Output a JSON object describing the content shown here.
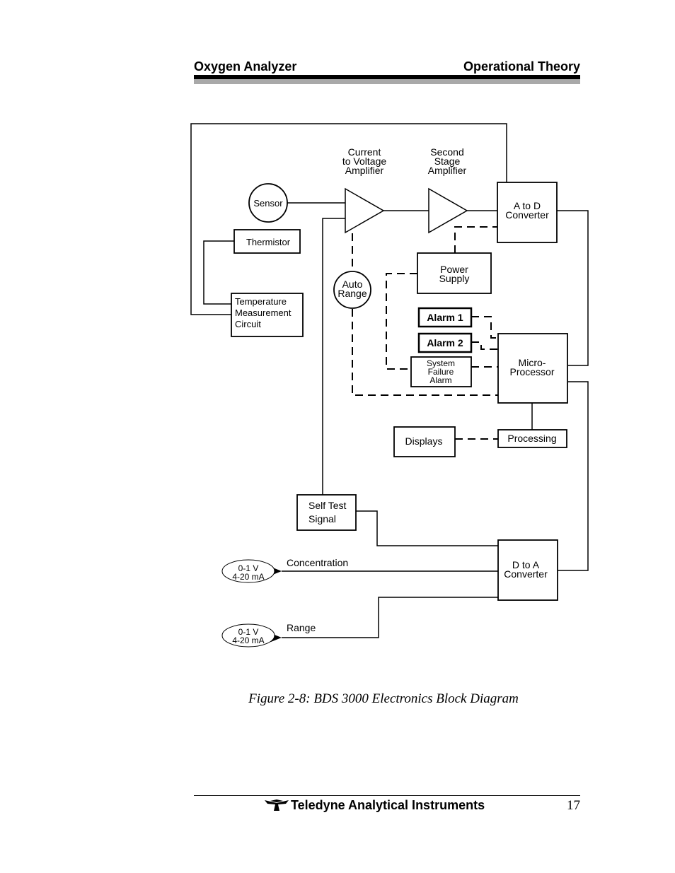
{
  "header": {
    "left": "Oxygen Analyzer",
    "right": "Operational Theory"
  },
  "diagram": {
    "labels": {
      "cv_amp_1": "Current",
      "cv_amp_2": "to Voltage",
      "cv_amp_3": "Amplifier",
      "ss_amp_1": "Second",
      "ss_amp_2": "Stage",
      "ss_amp_3": "Amplifier",
      "sensor": "Sensor",
      "thermistor": "Thermistor",
      "temp_1": "Temperature",
      "temp_2": "Measurement",
      "temp_3": "Circuit",
      "auto_1": "Auto",
      "auto_2": "Range",
      "atod_1": "A to D",
      "atod_2": "Converter",
      "power_1": "Power",
      "power_2": "Supply",
      "alarm1": "Alarm 1",
      "alarm2": "Alarm 2",
      "sfa_1": "System",
      "sfa_2": "Failure",
      "sfa_3": "Alarm",
      "micro_1": "Micro-",
      "micro_2": "Processor",
      "displays": "Displays",
      "processing": "Processing",
      "selftest_1": "Self Test",
      "selftest_2": "Signal",
      "dtoa_1": "D to A",
      "dtoa_2": "Converter",
      "concentration": "Concentration",
      "range": "Range",
      "out_v": "0-1 V",
      "out_ma": "4-20 mA"
    }
  },
  "caption": "Figure 2-8: BDS 3000 Electronics Block Diagram",
  "footer": {
    "company": "Teledyne Analytical Instruments",
    "page": "17",
    "logo_icon": "teledyne-logo-icon"
  }
}
